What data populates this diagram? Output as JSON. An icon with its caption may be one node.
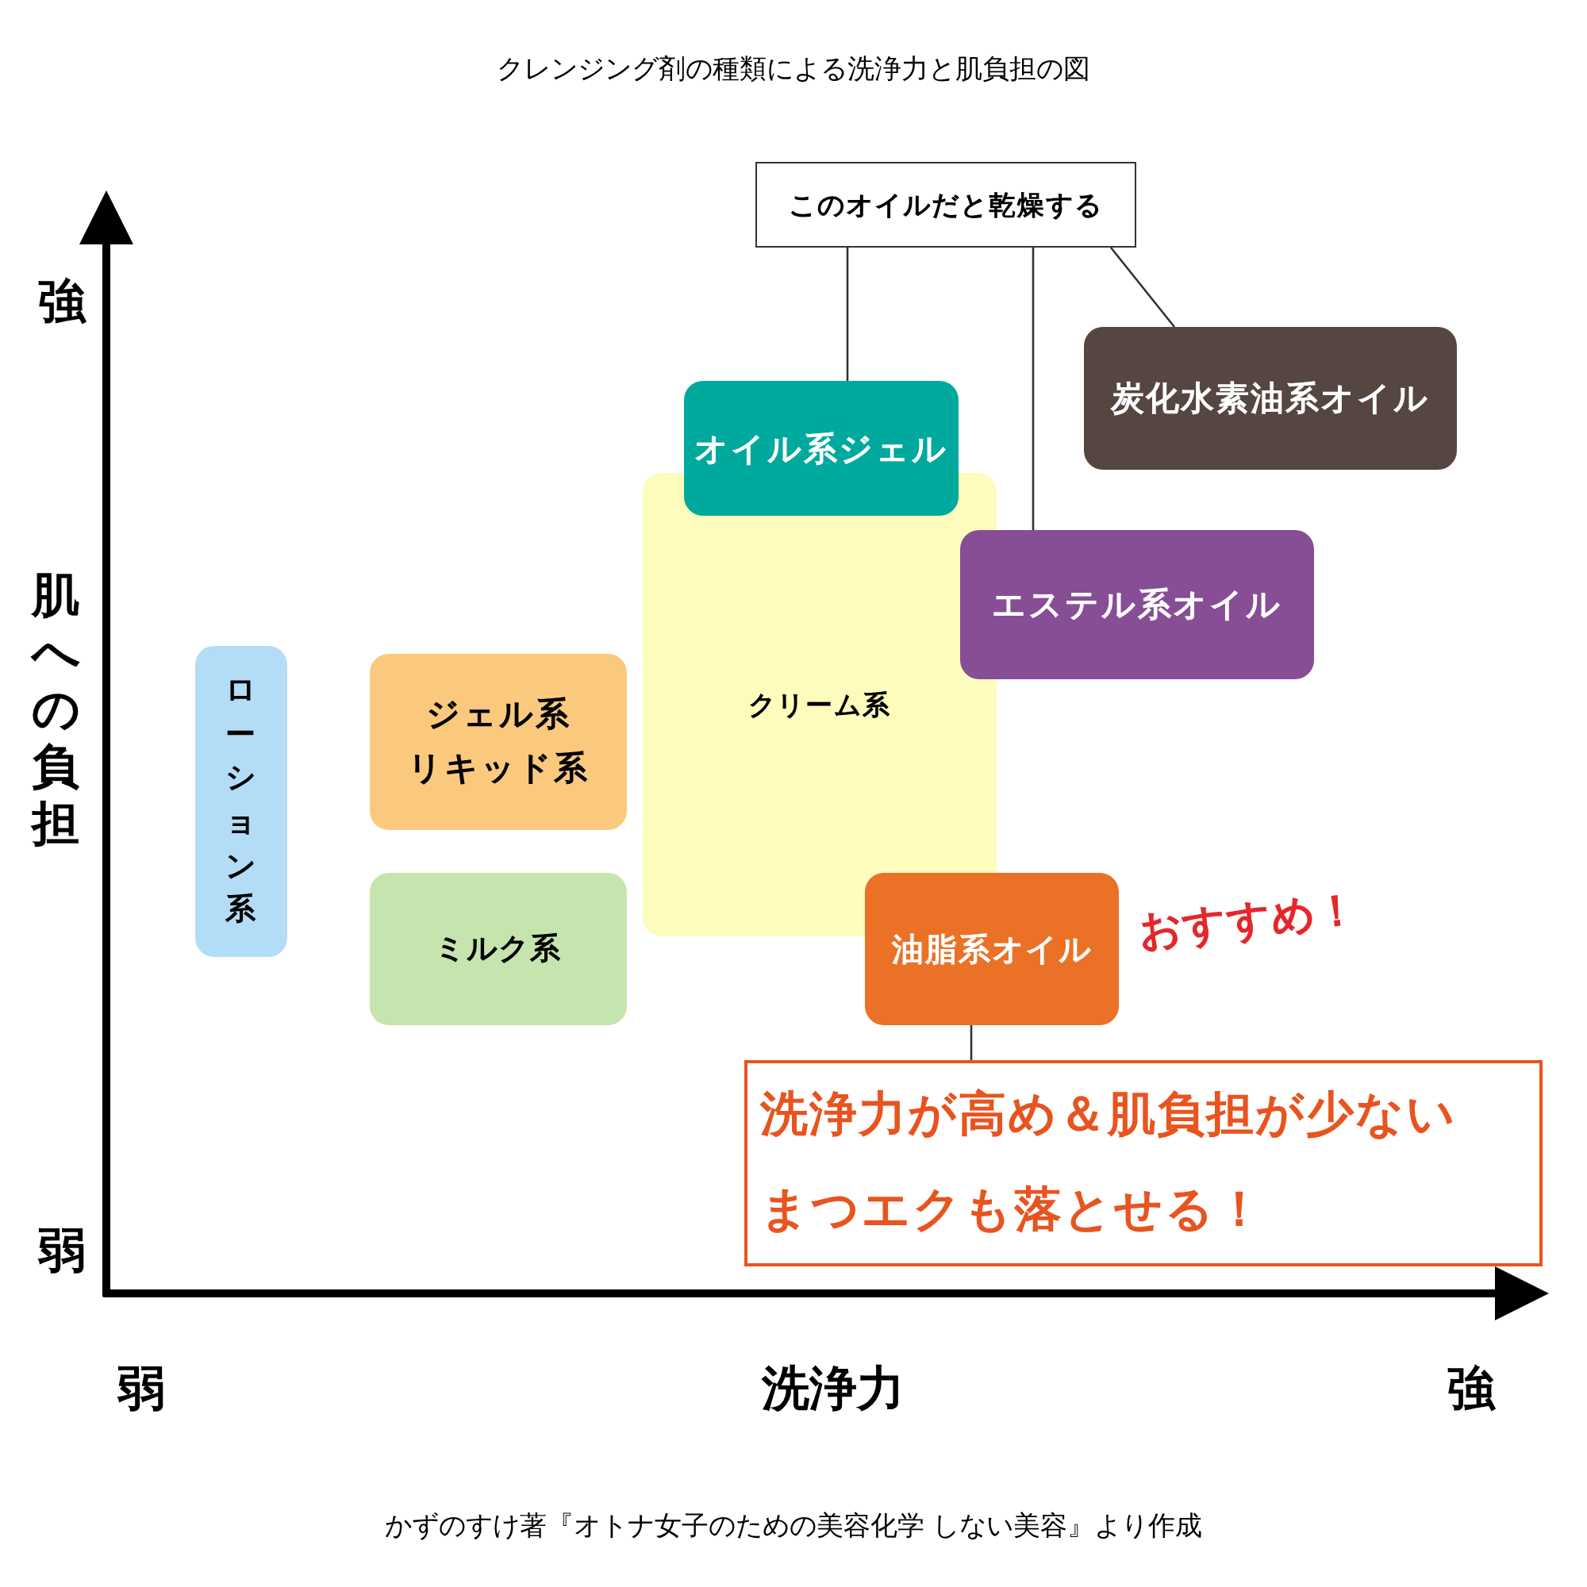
{
  "diagram": {
    "title": "クレンジング剤の種類による洗浄力と肌負担の図",
    "caption": "かずのすけ著『オトナ女子のための美容化学 しない美容』より作成",
    "nodes": [
      {
        "text": [
          "このオイルだと乾燥する"
        ]
      },
      {
        "text": [
          "炭化水素油系オイル"
        ]
      },
      {
        "text": [
          "オイル系ジェル"
        ]
      },
      {
        "text": [
          "クリーム系"
        ]
      },
      {
        "text": [
          "エステル系オイル"
        ]
      },
      {
        "text": [
          "ローション系"
        ]
      },
      {
        "text": [
          "ジェル系",
          "リキッド系"
        ]
      },
      {
        "text": [
          "ミルク系"
        ]
      },
      {
        "text": [
          "油脂系オイル"
        ],
        "beside": [
          "おすすめ！"
        ]
      },
      {
        "text": [
          "洗浄力が高め＆肌負担が少ない",
          "まつエクも落とせる！"
        ]
      }
    ],
    "edges": [
      {
        "from": 0,
        "to": 2,
        "arrow": "none"
      },
      {
        "from": 0,
        "to": 4,
        "arrow": "none"
      },
      {
        "from": 0,
        "to": 1,
        "arrow": "none"
      },
      {
        "from": 8,
        "to": 9,
        "arrow": "none"
      }
    ],
    "labels": [
      "強",
      "肌への負担",
      "弱",
      "弱",
      "洗浄力",
      "強"
    ]
  }
}
